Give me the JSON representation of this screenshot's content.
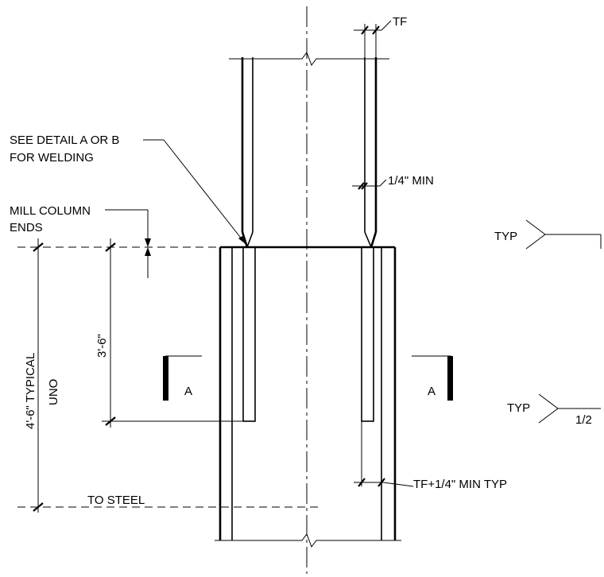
{
  "labels": {
    "tf": "TF",
    "see_detail_line1": "SEE DETAIL A OR B",
    "see_detail_line2": "FOR WELDING",
    "quarter_min": "1/4\" MIN",
    "mill_line1": "MILL COLUMN",
    "mill_line2": "ENDS",
    "typ_upper": "TYP",
    "typ_lower": "TYP",
    "weld_size": "1/2",
    "section_left": "A",
    "section_right": "A",
    "dim_3_6": "3'-6\"",
    "dim_4_6_line1": "4'-6\" TYPICAL",
    "dim_4_6_line2": "UNO",
    "to_steel": "TO STEEL",
    "tf_plus": "TF+1/4\" MIN TYP"
  }
}
